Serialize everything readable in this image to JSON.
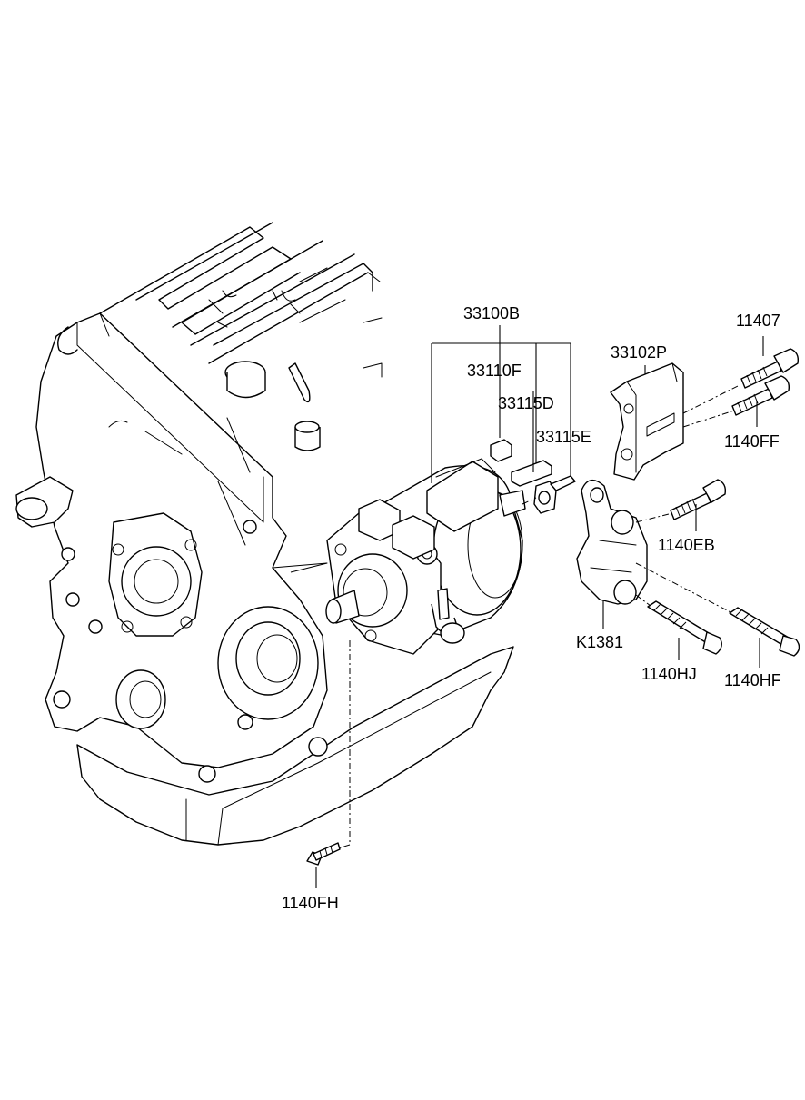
{
  "diagram": {
    "part_labels": {
      "p33100B": "33100B",
      "p33110F": "33110F",
      "p33115D": "33115D",
      "p33115E": "33115E",
      "p33102P": "33102P",
      "p11407": "11407",
      "p1140FF": "1140FF",
      "p1140EB": "1140EB",
      "pK1381": "K1381",
      "p1140HJ": "1140HJ",
      "p1140HF": "1140HF",
      "p1140FH": "1140FH"
    }
  }
}
